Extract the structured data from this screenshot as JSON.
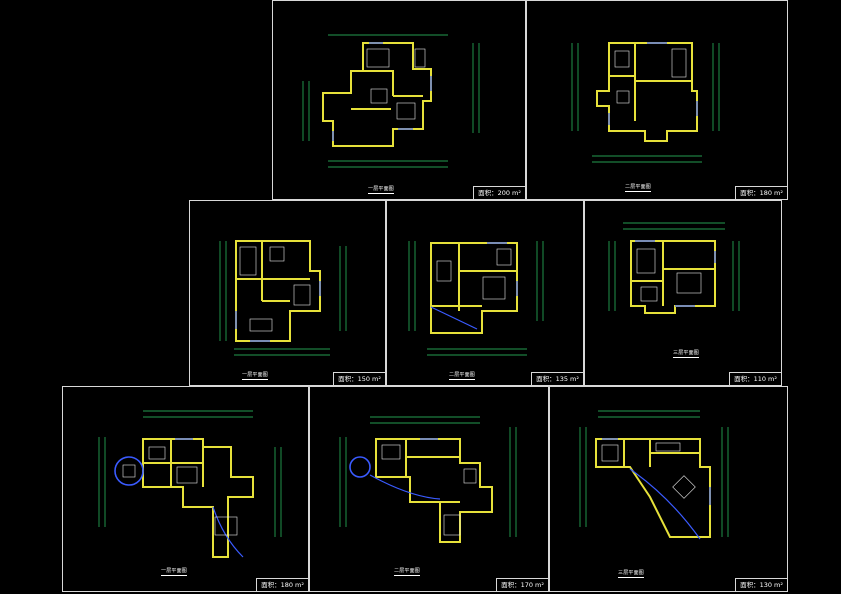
{
  "colors": {
    "background": "#000000",
    "frame": "#d8d8d8",
    "wall": "#e6e13a",
    "dimension": "#2fd16a",
    "window": "#3a5bff",
    "furniture": "#e8e8e8",
    "text": "#ffffff"
  },
  "sheets": [
    {
      "id": "s1",
      "title": "一层平面图",
      "area": "面积：200 m²"
    },
    {
      "id": "s2",
      "title": "二层平面图",
      "area": "面积：180 m²"
    },
    {
      "id": "s3",
      "title": "一层平面图",
      "area": "面积：150 m²"
    },
    {
      "id": "s4",
      "title": "二层平面图",
      "area": "面积：135 m²"
    },
    {
      "id": "s5",
      "title": "三层平面图",
      "area": "面积：110 m²"
    },
    {
      "id": "s6",
      "title": "一层平面图",
      "area": "面积：180 m²"
    },
    {
      "id": "s7",
      "title": "二层平面图",
      "area": "面积：170 m²"
    },
    {
      "id": "s8",
      "title": "三层平面图",
      "area": "面积：130 m²"
    }
  ]
}
